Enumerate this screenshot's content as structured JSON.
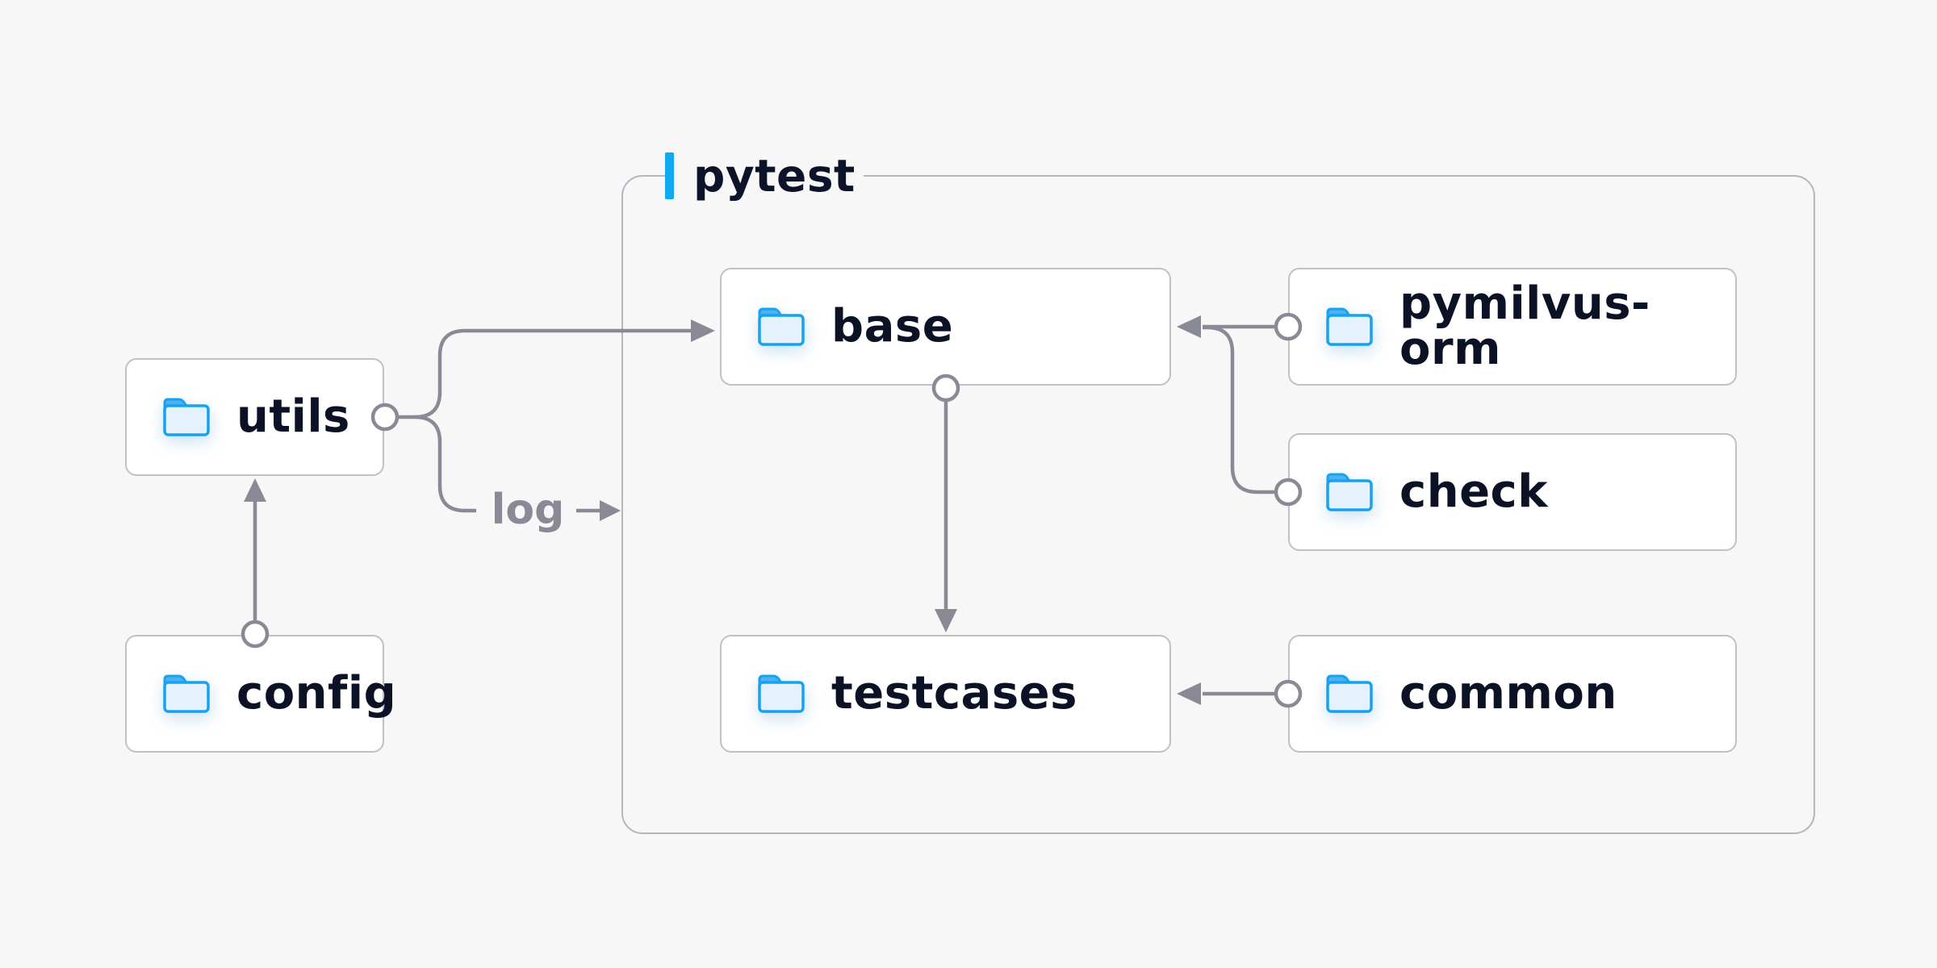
{
  "canvas": {
    "background": "#f7f7f8"
  },
  "palette": {
    "accent_blue": "#0fa8f1",
    "folder_stroke": "#17a2f0",
    "folder_tab": "#4eb2f2",
    "folder_body": "#e3f2fc",
    "connector_gray": "#8a8a96",
    "node_border": "#c0c0cb",
    "node_background": "#ffffff",
    "group_border": "#b5b5c2",
    "text_dark": "#0d1328"
  },
  "group": {
    "label": "pytest"
  },
  "nodes": {
    "utils": {
      "label": "utils",
      "icon": "folder-icon"
    },
    "config": {
      "label": "config",
      "icon": "folder-icon"
    },
    "base": {
      "label": "base",
      "icon": "folder-icon"
    },
    "pymilvus_orm": {
      "label": "pymilvus-orm",
      "icon": "folder-icon"
    },
    "check": {
      "label": "check",
      "icon": "folder-icon"
    },
    "testcases": {
      "label": "testcases",
      "icon": "folder-icon"
    },
    "common": {
      "label": "common",
      "icon": "folder-icon"
    }
  },
  "edges": [
    {
      "from": "config",
      "to": "utils",
      "label": ""
    },
    {
      "from": "utils",
      "to": "base",
      "label": ""
    },
    {
      "from": "utils",
      "to": "pytest-group",
      "label": "log"
    },
    {
      "from": "pymilvus-orm",
      "to": "base",
      "label": ""
    },
    {
      "from": "check",
      "to": "base",
      "label": ""
    },
    {
      "from": "base",
      "to": "testcases",
      "label": ""
    },
    {
      "from": "common",
      "to": "testcases",
      "label": ""
    }
  ]
}
